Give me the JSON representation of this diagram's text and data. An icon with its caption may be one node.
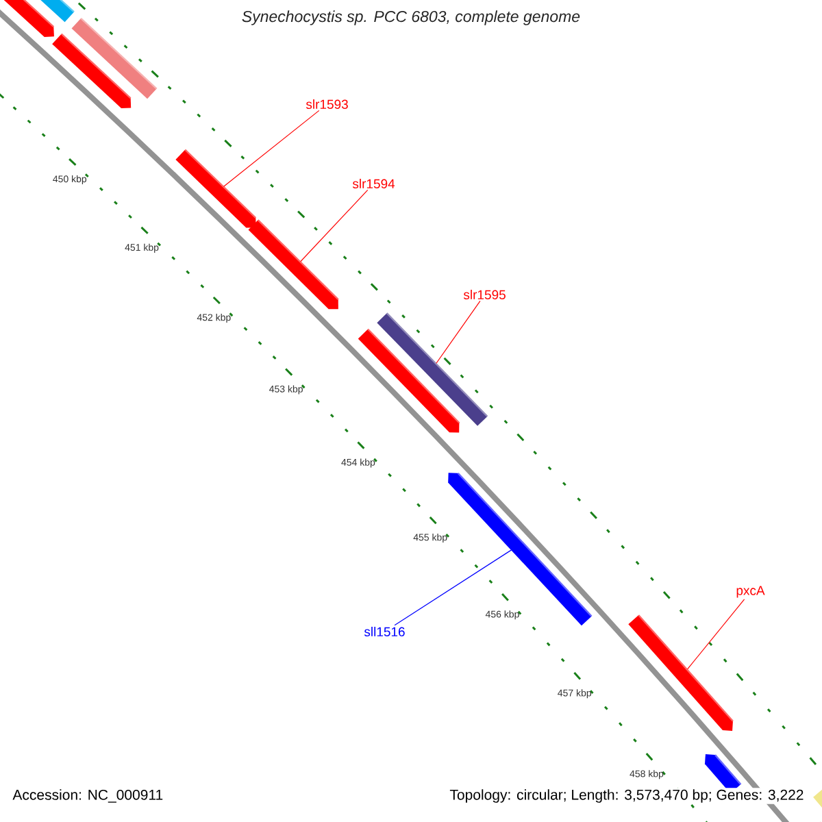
{
  "diagram": {
    "title": "Synechocystis sp. PCC 6803, complete genome",
    "nodes": [
      {
        "text": [
          "slr1593"
        ]
      },
      {
        "text": [
          "slr1594"
        ]
      },
      {
        "text": [
          "slr1595"
        ]
      },
      {
        "text": [
          "sll1516"
        ]
      },
      {
        "text": [
          "pxcA"
        ]
      },
      {
        "text": [],
        "shape": "bar"
      },
      {
        "text": [],
        "shape": "bar"
      },
      {
        "text": [],
        "shape": "bar"
      },
      {
        "text": [],
        "shape": "bar"
      },
      {
        "text": [],
        "shape": "bar"
      },
      {
        "text": [],
        "shape": "bar"
      },
      {
        "text": [],
        "shape": "bar"
      },
      {
        "text": [],
        "shape": "bar"
      },
      {
        "text": [],
        "shape": "bar"
      },
      {
        "text": [],
        "shape": "bar"
      },
      {
        "text": [],
        "shape": "bar"
      },
      {
        "text": [],
        "shape": "bar"
      },
      {
        "text": [],
        "shape": "bar"
      }
    ],
    "edges": [
      {
        "from": 0,
        "to": 9,
        "arrow": "none"
      },
      {
        "from": 1,
        "to": 10,
        "arrow": "none"
      },
      {
        "from": 2,
        "to": 12,
        "arrow": "none"
      },
      {
        "from": 3,
        "to": 13,
        "arrow": "none",
        "color": "#0000ff"
      },
      {
        "from": 4,
        "to": 14,
        "arrow": "none"
      }
    ],
    "labels": [
      "450 kbp",
      "451 kbp",
      "452 kbp",
      "453 kbp",
      "454 kbp",
      "455 kbp",
      "456 kbp",
      "457 kbp",
      "458 kbp",
      "Accession: NC_000911",
      "Topology: circular; Length: 3,573,470 bp; Genes: 3,222"
    ]
  }
}
